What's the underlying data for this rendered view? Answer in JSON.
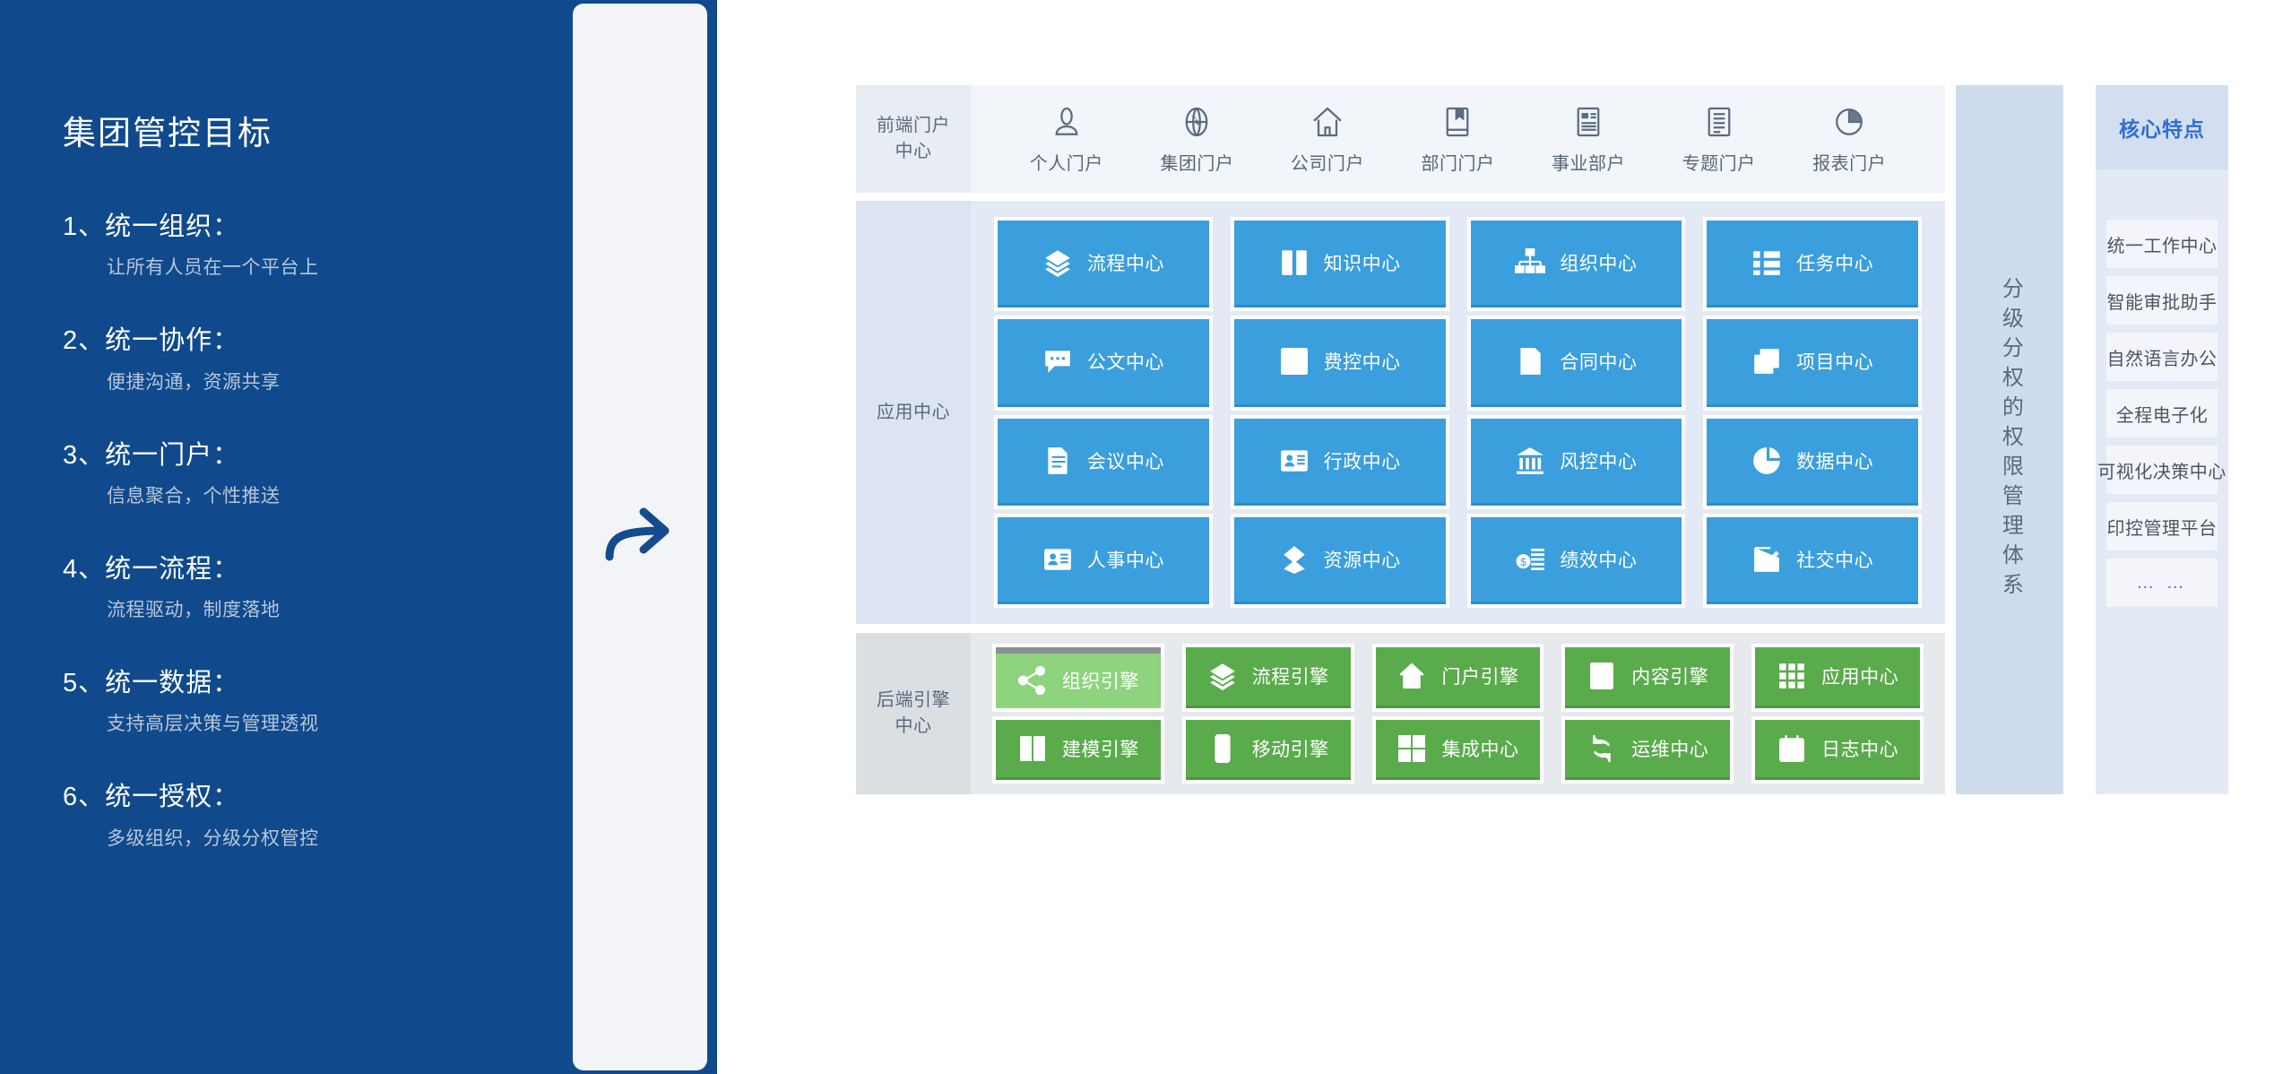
{
  "left_panel": {
    "title": "集团管控目标",
    "goals": [
      {
        "heading": "1、统一组织：",
        "desc": "让所有人员在一个平台上"
      },
      {
        "heading": "2、统一协作：",
        "desc": "便捷沟通，资源共享"
      },
      {
        "heading": "3、统一门户：",
        "desc": "信息聚合，个性推送"
      },
      {
        "heading": "4、统一流程：",
        "desc": "流程驱动，制度落地"
      },
      {
        "heading": "5、统一数据：",
        "desc": "支持高层决策与管理透视"
      },
      {
        "heading": "6、统一授权：",
        "desc": "多级组织，分级分权管控"
      }
    ]
  },
  "divider": {
    "arrow_icon": "curved-right-arrow-icon"
  },
  "diagram": {
    "portal_section": {
      "label": "前端门户\n中心",
      "label_line1": "前端门户",
      "label_line2": "中心",
      "items": [
        {
          "label": "个人门户",
          "icon": "person-icon"
        },
        {
          "label": "集团门户",
          "icon": "globe-icon"
        },
        {
          "label": "公司门户",
          "icon": "home-icon"
        },
        {
          "label": "部门门户",
          "icon": "book-icon"
        },
        {
          "label": "事业部户",
          "icon": "news-page-icon"
        },
        {
          "label": "专题门户",
          "icon": "document-lines-icon"
        },
        {
          "label": "报表门户",
          "icon": "pie-chart-icon"
        }
      ]
    },
    "app_section": {
      "label": "应用中心",
      "tiles": [
        {
          "label": "流程中心",
          "icon": "layers-icon"
        },
        {
          "label": "知识中心",
          "icon": "open-book-icon"
        },
        {
          "label": "组织中心",
          "icon": "org-chart-icon"
        },
        {
          "label": "任务中心",
          "icon": "task-list-icon"
        },
        {
          "label": "公文中心",
          "icon": "speech-bubble-icon"
        },
        {
          "label": "费控中心",
          "icon": "chart-up-icon"
        },
        {
          "label": "合同中心",
          "icon": "contract-icon"
        },
        {
          "label": "项目中心",
          "icon": "stacked-cards-icon"
        },
        {
          "label": "会议中心",
          "icon": "document-icon"
        },
        {
          "label": "行政中心",
          "icon": "id-card-icon"
        },
        {
          "label": "风控中心",
          "icon": "bank-icon"
        },
        {
          "label": "数据中心",
          "icon": "pie-slice-icon"
        },
        {
          "label": "人事中心",
          "icon": "id-card-icon"
        },
        {
          "label": "资源中心",
          "icon": "diamond-stack-icon"
        },
        {
          "label": "绩效中心",
          "icon": "money-list-icon"
        },
        {
          "label": "社交中心",
          "icon": "edit-pen-icon"
        }
      ]
    },
    "engine_section": {
      "label_line1": "后端引擎",
      "label_line2": "中心",
      "tiles": [
        {
          "label": "组织引擎",
          "icon": "share-nodes-icon",
          "active": true
        },
        {
          "label": "流程引擎",
          "icon": "layers-icon",
          "active": false
        },
        {
          "label": "门户引擎",
          "icon": "home-icon",
          "active": false
        },
        {
          "label": "内容引擎",
          "icon": "news-page-icon",
          "active": false
        },
        {
          "label": "应用中心",
          "icon": "grid-dots-icon",
          "active": false
        },
        {
          "label": "建模引擎",
          "icon": "model-book-icon",
          "active": false
        },
        {
          "label": "移动引擎",
          "icon": "mobile-icon",
          "active": false
        },
        {
          "label": "集成中心",
          "icon": "grid-blocks-icon",
          "active": false
        },
        {
          "label": "运维中心",
          "icon": "refresh-cycle-icon",
          "active": false
        },
        {
          "label": "日志中心",
          "icon": "calendar-icon",
          "active": false
        }
      ]
    },
    "permission_column": {
      "text": "分级分权的权限管理体系"
    },
    "core_features": {
      "header": "核心特点",
      "items": [
        "统一工作中心",
        "智能审批助手",
        "自然语言办公",
        "全程电子化",
        "可视化决策中心",
        "印控管理平台",
        "… …"
      ]
    }
  },
  "colors": {
    "brand_blue": "#104a8c",
    "tile_blue": "#3a9fdc",
    "tile_green": "#5aab4c",
    "tile_green_active": "#8ed37e",
    "accent_text_blue": "#2f6ed4"
  }
}
